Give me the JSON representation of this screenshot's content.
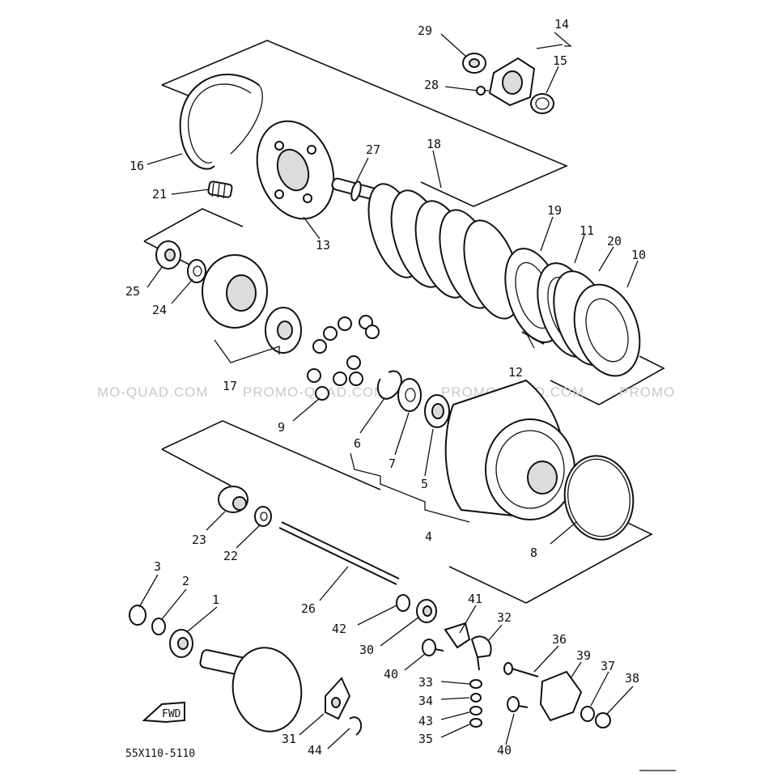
{
  "drawing_code": "55X110-5110",
  "fwd_label": "FWD",
  "watermarks": [
    "MO-QUAD.COM",
    "PROMO-QUAD.COM",
    "PROMO-QUAD.COM",
    "PROMO"
  ],
  "callouts": [
    {
      "id": "29",
      "text": "29"
    },
    {
      "id": "14",
      "text": "14"
    },
    {
      "id": "15",
      "text": "15"
    },
    {
      "id": "28",
      "text": "28"
    },
    {
      "id": "16",
      "text": "16"
    },
    {
      "id": "27",
      "text": "27"
    },
    {
      "id": "18",
      "text": "18"
    },
    {
      "id": "21",
      "text": "21"
    },
    {
      "id": "13",
      "text": "13"
    },
    {
      "id": "19",
      "text": "19"
    },
    {
      "id": "11",
      "text": "11"
    },
    {
      "id": "20",
      "text": "20"
    },
    {
      "id": "10",
      "text": "10"
    },
    {
      "id": "25",
      "text": "25"
    },
    {
      "id": "24",
      "text": "24"
    },
    {
      "id": "17",
      "text": "17"
    },
    {
      "id": "12",
      "text": "12"
    },
    {
      "id": "9",
      "text": "9"
    },
    {
      "id": "6",
      "text": "6"
    },
    {
      "id": "7",
      "text": "7"
    },
    {
      "id": "5",
      "text": "5"
    },
    {
      "id": "4",
      "text": "4"
    },
    {
      "id": "8",
      "text": "8"
    },
    {
      "id": "23",
      "text": "23"
    },
    {
      "id": "22",
      "text": "22"
    },
    {
      "id": "3",
      "text": "3"
    },
    {
      "id": "2",
      "text": "2"
    },
    {
      "id": "1",
      "text": "1"
    },
    {
      "id": "26",
      "text": "26"
    },
    {
      "id": "41",
      "text": "41"
    },
    {
      "id": "32",
      "text": "32"
    },
    {
      "id": "42",
      "text": "42"
    },
    {
      "id": "30",
      "text": "30"
    },
    {
      "id": "36",
      "text": "36"
    },
    {
      "id": "39",
      "text": "39"
    },
    {
      "id": "37",
      "text": "37"
    },
    {
      "id": "38",
      "text": "38"
    },
    {
      "id": "40a",
      "text": "40"
    },
    {
      "id": "33",
      "text": "33"
    },
    {
      "id": "34",
      "text": "34"
    },
    {
      "id": "43",
      "text": "43"
    },
    {
      "id": "35",
      "text": "35"
    },
    {
      "id": "40b",
      "text": "40"
    },
    {
      "id": "31",
      "text": "31"
    },
    {
      "id": "44",
      "text": "44"
    }
  ]
}
